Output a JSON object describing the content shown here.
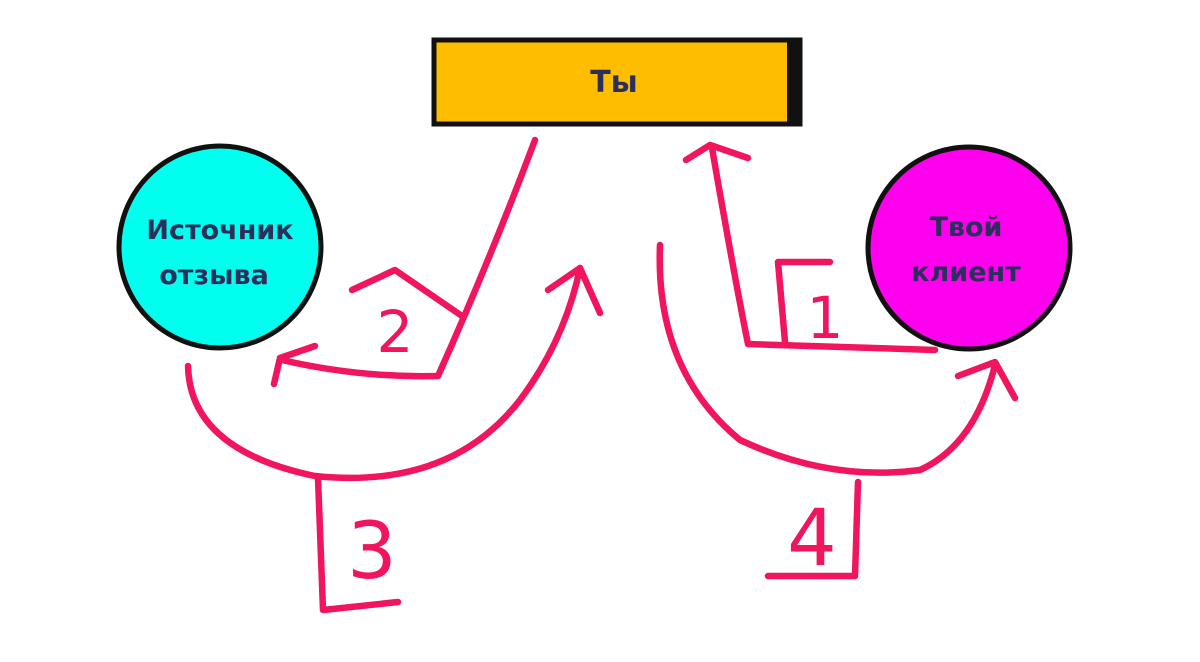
{
  "nodes": {
    "you": {
      "label": "Ты",
      "fill": "#ffbd00",
      "border": "#111111"
    },
    "source": {
      "line1": "Источник",
      "line2": "отзыва",
      "fill": "#00ffee",
      "border": "#111111"
    },
    "client": {
      "line1": "Твой",
      "line2": "клиент",
      "fill": "#ff00ee",
      "border": "#111111"
    }
  },
  "steps": {
    "step1": "1",
    "step2": "2",
    "step3": "3",
    "step4": "4"
  },
  "colors": {
    "arrow": "#f0155c",
    "text": "#2b2f5c",
    "background": "#ffffff"
  }
}
